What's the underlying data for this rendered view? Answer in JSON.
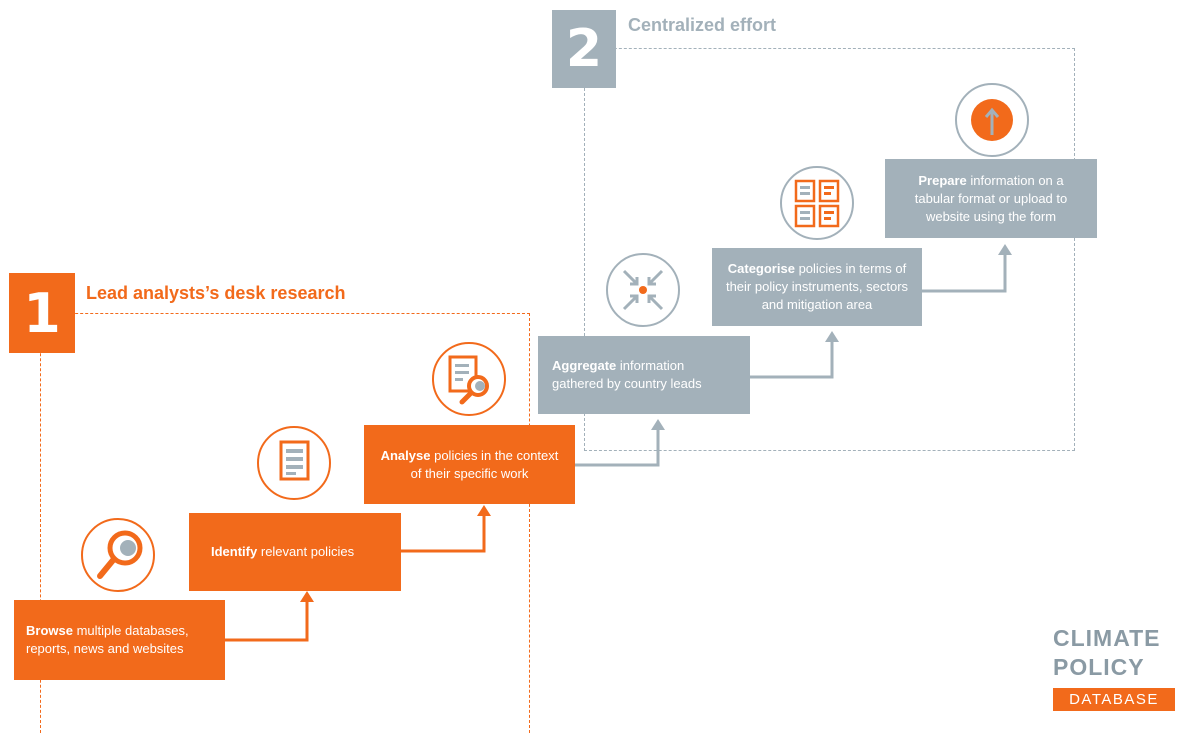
{
  "colors": {
    "orange": "#f26a1b",
    "gray": "#a3b1ba",
    "dark_gray": "#8a9aa4"
  },
  "phase2": {
    "number": "2",
    "title": "Centralized effort"
  },
  "phase1": {
    "number": "1",
    "title": "Lead analysts’s desk research"
  },
  "steps": [
    {
      "bold": "Browse",
      "rest": "multiple databases, reports, news and websites",
      "icon": "magnifier-icon"
    },
    {
      "bold": "Identify",
      "rest": "relevant policies",
      "icon": "document-icon"
    },
    {
      "bold": "Analyse",
      "rest": "policies in the context of their specific work",
      "icon": "document-magnifier-icon"
    },
    {
      "bold": "Aggregate",
      "rest": "information gathered by country leads",
      "icon": "converge-arrows-icon"
    },
    {
      "bold": "Categorise",
      "rest": "policies in terms of their policy instruments, sectors and mitigation area",
      "icon": "category-grid-icon"
    },
    {
      "bold": "Prepare",
      "rest": "information on a tabular format or upload to website using the form",
      "icon": "upload-icon"
    }
  ],
  "logo": {
    "line1": "CLIMATE",
    "line2": "POLICY",
    "line3": "DATABASE"
  }
}
